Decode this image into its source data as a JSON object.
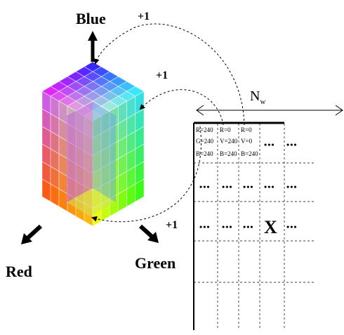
{
  "cube": {
    "labels": {
      "blue": "Blue",
      "green": "Green",
      "red": "Red"
    },
    "increments": [
      "+1",
      "+1",
      "+1"
    ]
  },
  "grid": {
    "width_label_main": "N",
    "width_label_sub": "w",
    "header_cells": [
      [
        "R=240",
        "G=240",
        "B=240"
      ],
      [
        "R=0",
        "V=240",
        "B=240"
      ],
      [
        "R=0",
        "V=0",
        "B=240"
      ]
    ],
    "ellipsis": "•••",
    "marker": "X"
  }
}
